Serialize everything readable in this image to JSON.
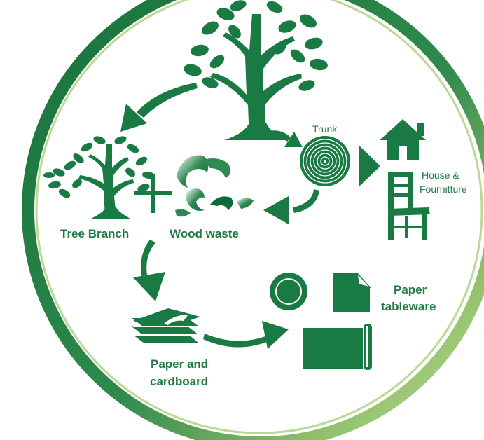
{
  "labels": {
    "tree_branch": "Tree Branch",
    "wood_waste": "Wood waste",
    "trunk": "Trunk",
    "house_furniture_1": "House &",
    "house_furniture_2": "Fournitture",
    "paper_cardboard_1": "Paper and",
    "paper_cardboard_2": "cardboard",
    "paper_tableware_1": "Paper",
    "paper_tableware_2": "tableware"
  },
  "colors": {
    "primary_green": "#1a7a44",
    "dark_green": "#0e6a38",
    "ring_light": "#a9cf7a",
    "text_green": "#1e7a44"
  }
}
